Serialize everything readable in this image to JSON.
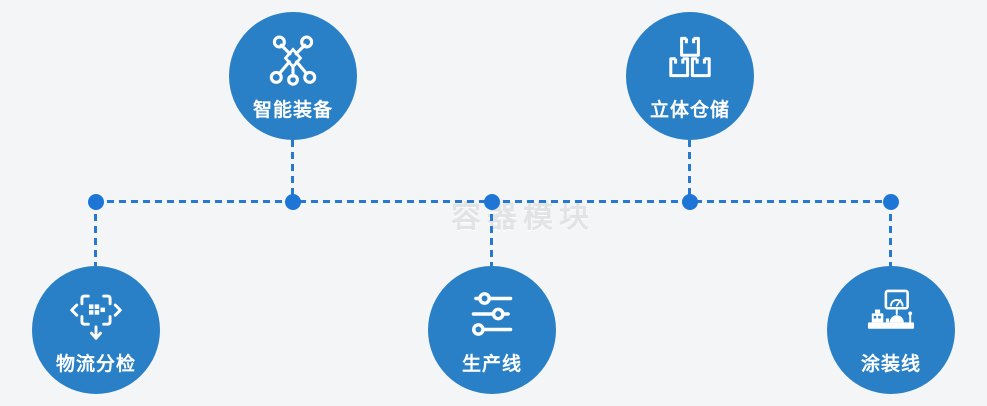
{
  "canvas": {
    "background": "#f4f5f6"
  },
  "watermark": {
    "text": "容器模块"
  },
  "colors": {
    "node_fill": "#2a80c6",
    "connector": "#2678d0",
    "junction_dot": "#1d76d6",
    "icon_stroke": "#ffffff",
    "label_color": "#ffffff",
    "watermark_color": "#e2e3e5"
  },
  "nodes": [
    {
      "label": "智能装备",
      "icon": "network-molecule-icon",
      "position": "top-left"
    },
    {
      "label": "立体仓储",
      "icon": "stacked-boxes-icon",
      "position": "top-right"
    },
    {
      "label": "物流分检",
      "icon": "sort-dispatch-icon",
      "position": "bottom-left"
    },
    {
      "label": "生产线",
      "icon": "sliders-icon",
      "position": "bottom-center"
    },
    {
      "label": "涂装线",
      "icon": "coating-machine-icon",
      "position": "bottom-right"
    }
  ]
}
